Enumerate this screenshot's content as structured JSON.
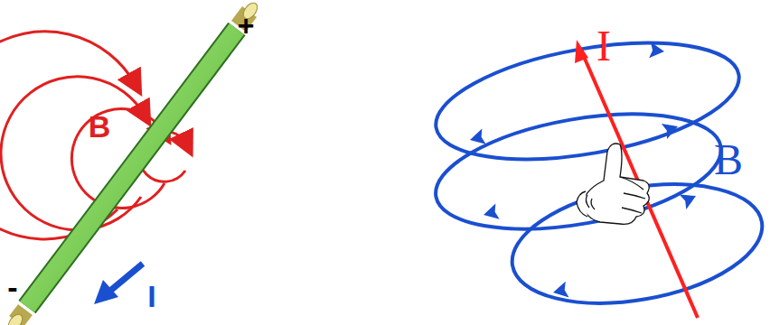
{
  "diagram": {
    "labels": [
      "+",
      "B",
      "-",
      "I",
      "I",
      "B"
    ]
  }
}
